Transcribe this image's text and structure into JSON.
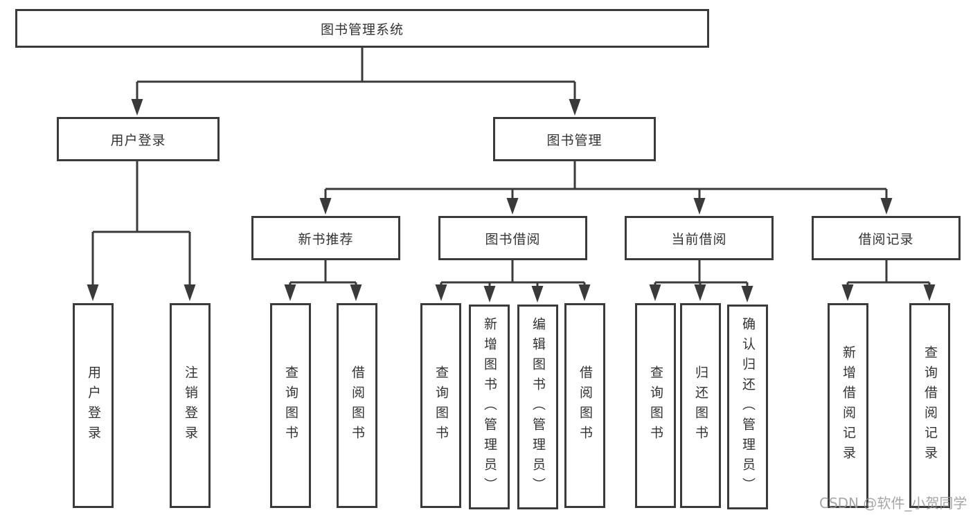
{
  "diagram": {
    "root": "图书管理系统",
    "level2": [
      "用户登录",
      "图书管理"
    ],
    "level3": [
      "新书推荐",
      "图书借阅",
      "当前借阅",
      "借阅记录"
    ],
    "leaves": [
      [
        "用户登录",
        "注销登录"
      ],
      [
        "查询图书",
        "借阅图书"
      ],
      [
        "查询图书",
        "新增图书（管理员）",
        "编辑图书（管理员）",
        "借阅图书"
      ],
      [
        "查询图书",
        "归还图书",
        "确认归还（管理员）"
      ],
      [
        "新增借阅记录",
        "查询借阅记录"
      ]
    ]
  },
  "watermark": "CSDN @软件_小贺同学",
  "colors": {
    "line": "#3a3a3a",
    "text": "#333333",
    "watermark": "#969696",
    "background": "#ffffff"
  }
}
